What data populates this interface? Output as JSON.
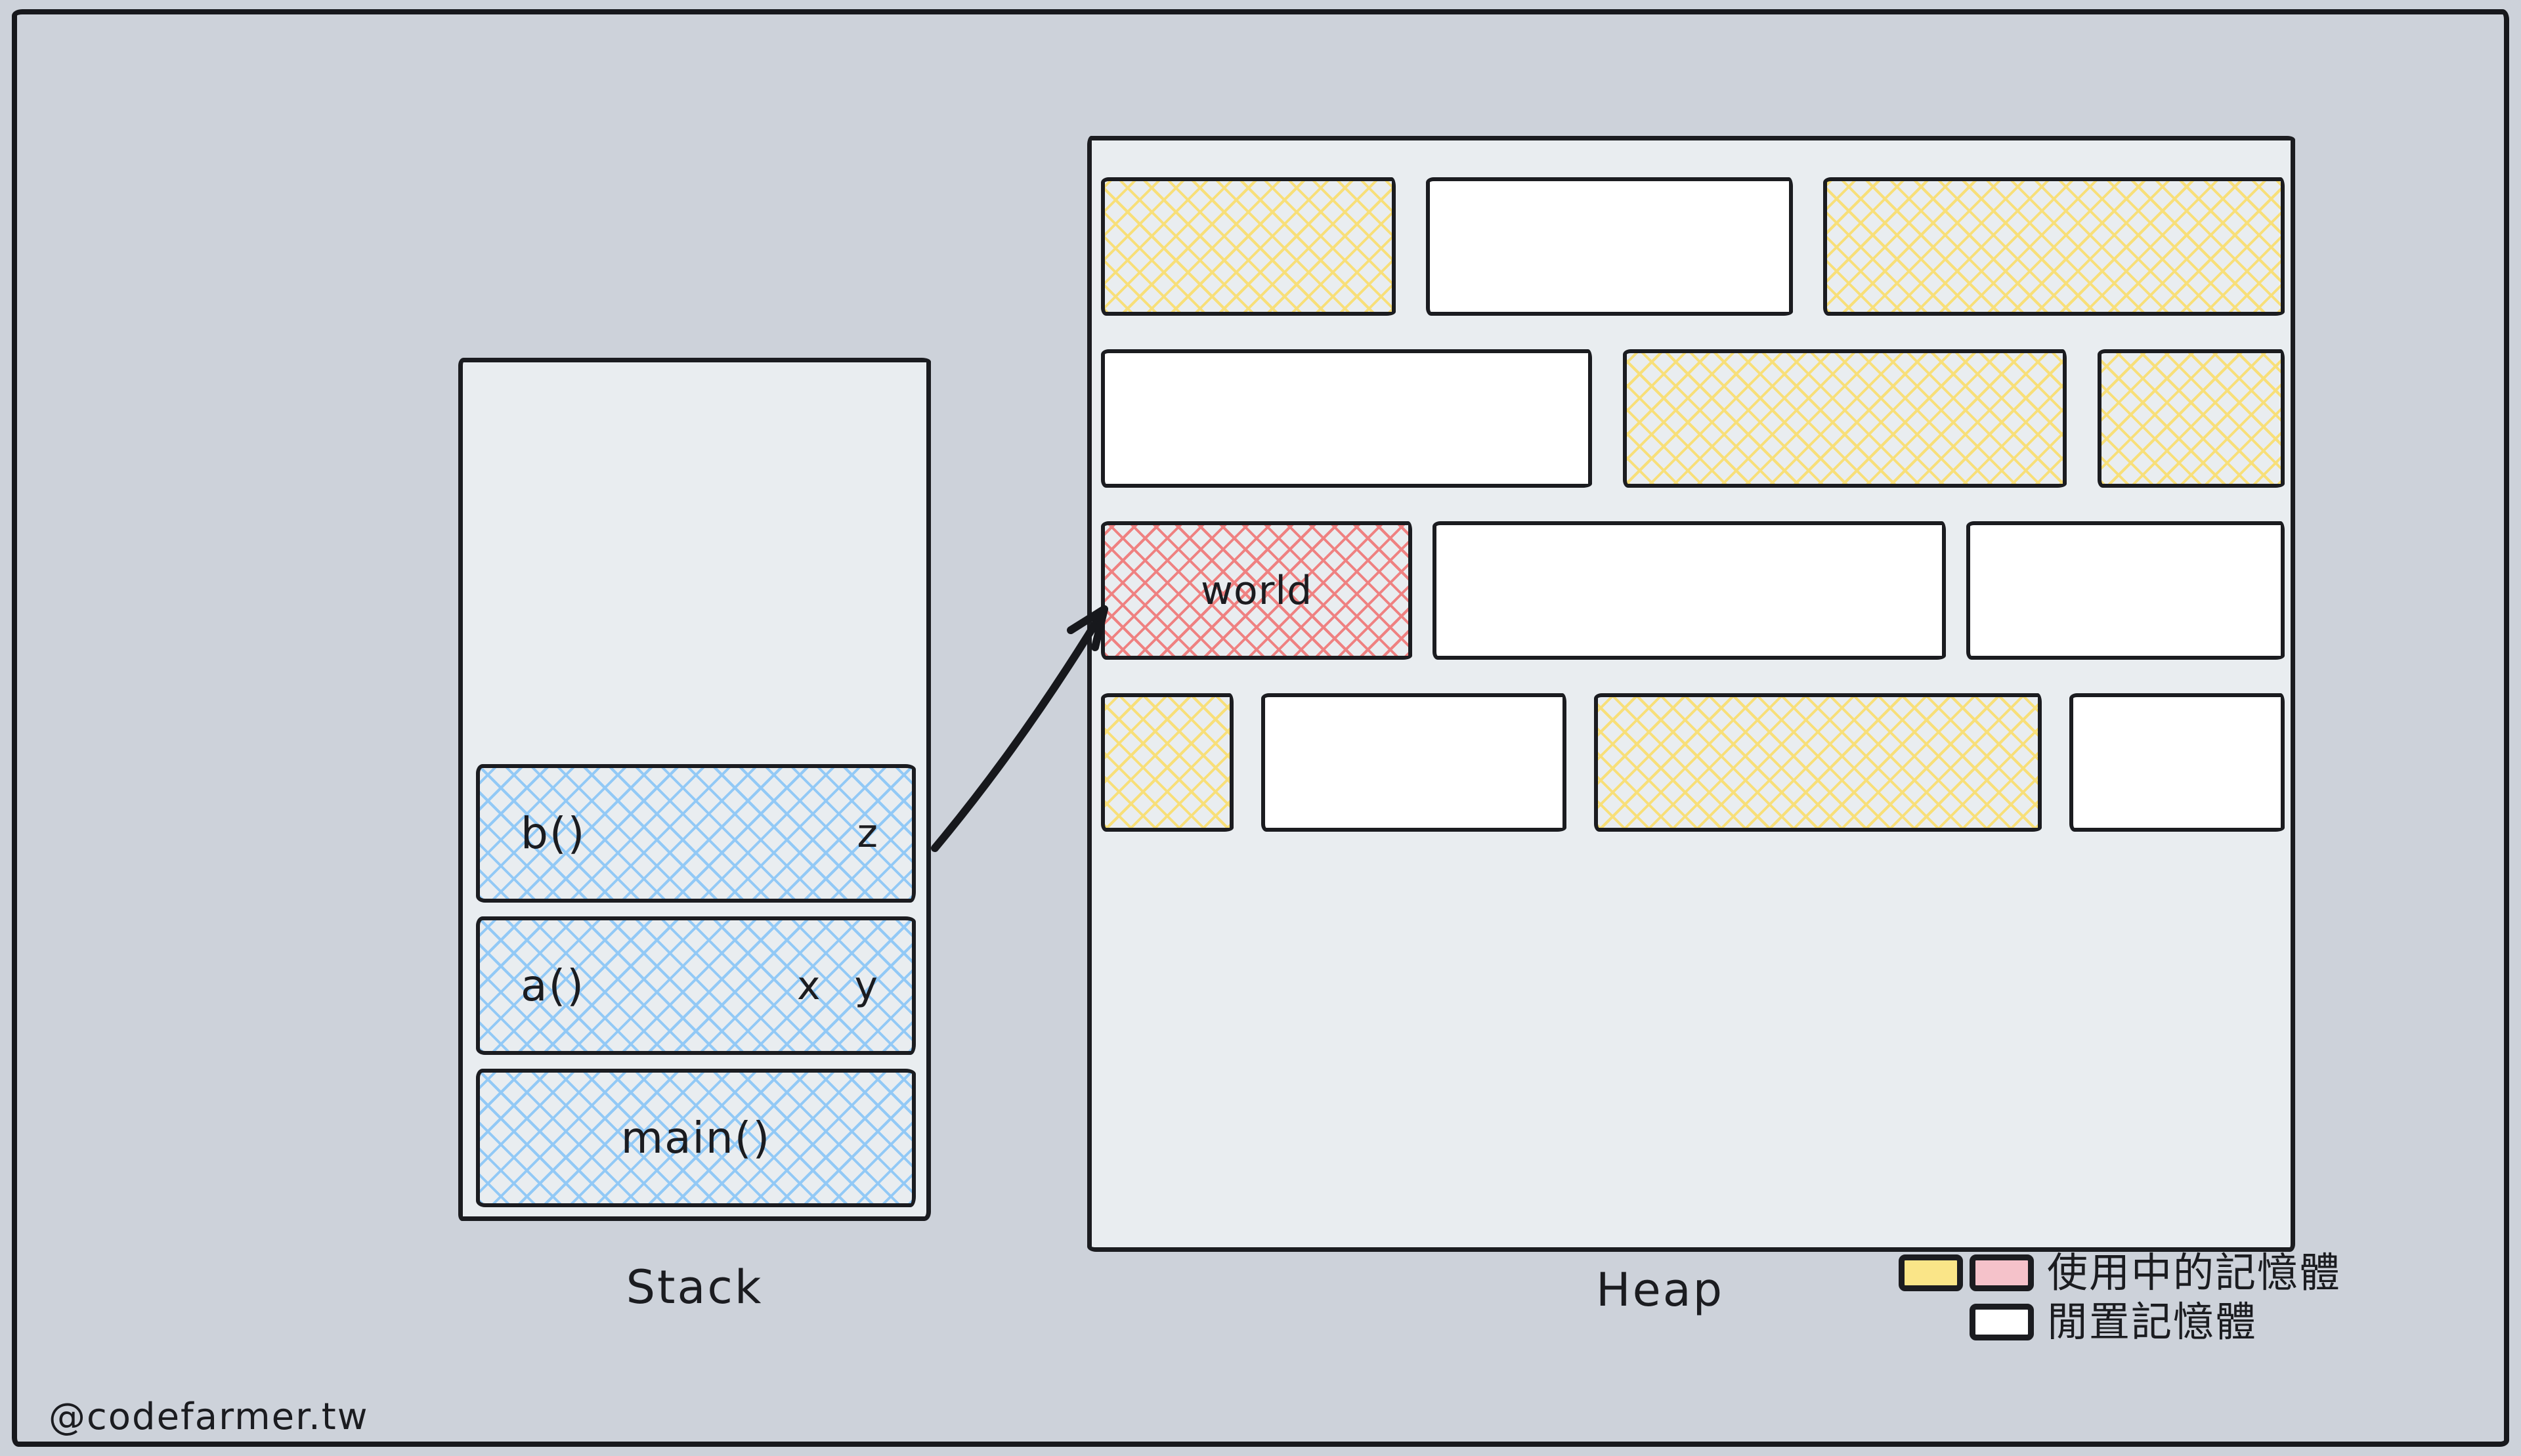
{
  "diagram": {
    "stack": {
      "label": "Stack",
      "frames": [
        {
          "fn": "b()",
          "vars": [
            "z"
          ]
        },
        {
          "fn": "a()",
          "vars": [
            "x",
            "y"
          ]
        },
        {
          "fn": "main()",
          "vars": []
        }
      ]
    },
    "heap": {
      "label": "Heap",
      "rows": [
        {
          "blocks": [
            {
              "state": "used",
              "color": "yellow",
              "w": 24.9
            },
            {
              "state": "free",
              "color": "white",
              "w": 31.0
            },
            {
              "state": "used",
              "color": "yellow",
              "w": 39.0
            }
          ]
        },
        {
          "blocks": [
            {
              "state": "free",
              "color": "white",
              "w": 41.5
            },
            {
              "state": "used",
              "color": "yellow",
              "w": 37.5
            },
            {
              "state": "used",
              "color": "yellow",
              "w": 15.8
            }
          ]
        },
        {
          "blocks": [
            {
              "state": "used",
              "color": "red",
              "w": 26.3,
              "label": "world"
            },
            {
              "state": "free",
              "color": "white",
              "w": 43.4
            },
            {
              "state": "free",
              "color": "white",
              "w": 26.9
            }
          ]
        },
        {
          "blocks": [
            {
              "state": "used",
              "color": "yellow",
              "w": 11.2
            },
            {
              "state": "free",
              "color": "white",
              "w": 25.8
            },
            {
              "state": "used",
              "color": "yellow",
              "w": 37.8
            },
            {
              "state": "free",
              "color": "white",
              "w": 18.2
            }
          ]
        }
      ]
    },
    "arrow": {
      "from": "b() variable z",
      "to": "heap block world"
    },
    "legend": {
      "used": {
        "label": "使用中的記憶體",
        "swatches": [
          "yellow",
          "pink"
        ]
      },
      "free": {
        "label": "閒置記憶體",
        "swatches": [
          "white"
        ]
      }
    },
    "watermark": "@codefarmer.tw",
    "colors": {
      "page_bg": "#cdd2da",
      "panel_bg": "#e9edf0",
      "ink": "#1b1c20",
      "hatch_blue": "#92c9f6",
      "hatch_yellow": "#f8df79",
      "hatch_red": "#ef8181",
      "used_yellow": "#fae588",
      "used_pink": "#f5c2ca",
      "free_white": "#ffffff"
    }
  }
}
